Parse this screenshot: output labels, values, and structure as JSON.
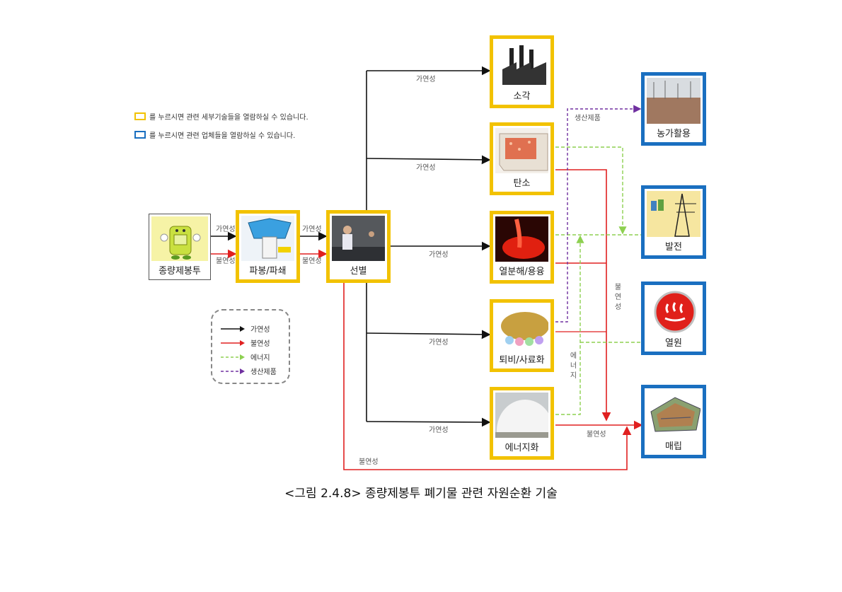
{
  "legend_top": {
    "yellow_text": "를 누르시면 관련 세부기술들을 열람하실 수 있습니다.",
    "blue_text": "를 누르시면 관련 업체들을 열람하실 수 있습니다.",
    "yellow_color": "#f2c200",
    "blue_color": "#1a6fc0"
  },
  "legend_box": {
    "items": [
      {
        "label": "가연성",
        "color": "#111111",
        "style": "solid"
      },
      {
        "label": "불연성",
        "color": "#e02020",
        "style": "solid"
      },
      {
        "label": "에너지",
        "color": "#8dd050",
        "style": "dashed"
      },
      {
        "label": "생산제품",
        "color": "#7030a0",
        "style": "dashed"
      }
    ]
  },
  "nodes": {
    "source": {
      "label": "종량제봉투"
    },
    "crush": {
      "label": "파봉/파쇄"
    },
    "sort": {
      "label": "선별"
    },
    "incinerate": {
      "label": "소각"
    },
    "carbonize": {
      "label": "탄소"
    },
    "pyrolysis": {
      "label": "열분해/용융"
    },
    "compost": {
      "label": "퇴비/사료화"
    },
    "energy": {
      "label": "에너지화"
    },
    "agri": {
      "label": "농가활용"
    },
    "power": {
      "label": "발전"
    },
    "heat": {
      "label": "열원"
    },
    "landfill": {
      "label": "매립"
    }
  },
  "edge_labels": {
    "src_comb": "가연성",
    "src_noncomb": "불연성",
    "crush_comb": "가연성",
    "crush_noncomb": "불연성",
    "to_incinerate": "가연성",
    "to_carbonize": "가연성",
    "to_pyrolysis": "가연성",
    "to_compost": "가연성",
    "to_energy": "가연성",
    "product": "생산제품",
    "noncomb_right": "불연성",
    "energy_vertical": "에너지",
    "energy_landfill": "불연성",
    "bottom_noncomb": "불연성"
  },
  "caption": "<그림 2.4.8> 종량제봉투 폐기물 관련 자원순환 기술"
}
